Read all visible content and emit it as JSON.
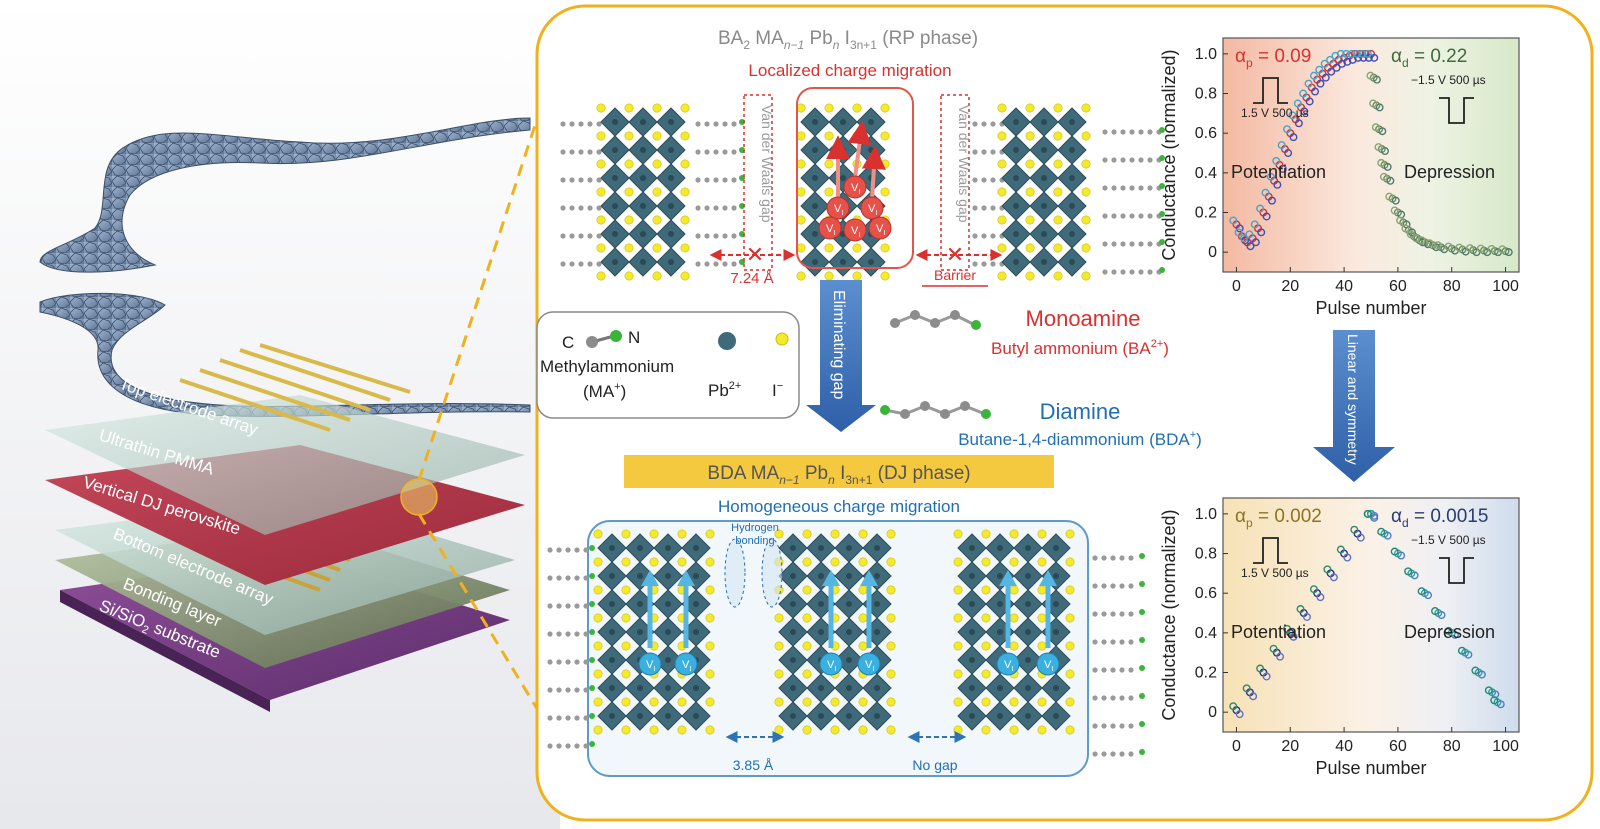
{
  "device": {
    "layers": [
      "Top electrode array",
      "Ultrathin PMMA",
      "Vertical DJ perovskite",
      "Bottom electrode array",
      "Bonding layer",
      "Si/SiO",
      "2",
      " substrate"
    ]
  },
  "rp_panel": {
    "formula": [
      "BA",
      "2",
      " MA",
      "n−1",
      " Pb",
      "n",
      " I",
      "3n+1",
      " (RP phase)"
    ],
    "subtitle": "Localized charge migration",
    "vdw_gap_label": "Van der Waals gap",
    "distance": "7.24 Å",
    "barrier": "Barrier",
    "vacancy": "V",
    "vacancy_sub": "I"
  },
  "legend": {
    "c": "C",
    "n": "N",
    "ma_name": "Methylammonium",
    "ma_abbrev": "(MA",
    "ma_charge": "+",
    "ma_close": ")",
    "pb": "Pb",
    "pb_charge": "2+",
    "i": "I",
    "i_charge": "−"
  },
  "arrows": {
    "eliminating_gap": "Eliminating gap",
    "linear_symmetry": "Linear and symmetry"
  },
  "monoamine": {
    "title": "Monoamine",
    "name": "Butyl ammonium (BA",
    "charge": "2+",
    "close": ")"
  },
  "diamine": {
    "title": "Diamine",
    "name": "Butane-1,4-diammonium (BDA",
    "charge": "+",
    "close": ")"
  },
  "dj_panel": {
    "formula": [
      "BDA MA",
      "n−1",
      " Pb",
      "n",
      " I",
      "3n+1",
      " (DJ phase)"
    ],
    "subtitle": "Homogeneous charge migration",
    "hydrogen": "Hydrogen",
    "bonding": "bonding",
    "distance": "3.85 Å",
    "no_gap": "No gap"
  },
  "colors": {
    "gold_border": "#f0b11e",
    "red": "#d8312f",
    "blue": "#1f6fb2",
    "octahedron": "#3f6a7a",
    "iodide": "#f4ea2a",
    "green_atom": "#3cb43c"
  },
  "chart_data": [
    {
      "type": "scatter",
      "xlabel": "Pulse number",
      "ylabel": "Conductance (normalized)",
      "xlim": [
        -5,
        105
      ],
      "ylim": [
        -0.1,
        1.08
      ],
      "xticks": [
        0,
        20,
        40,
        60,
        80,
        100
      ],
      "yticks": [
        0,
        0.2,
        0.4,
        0.6,
        0.8,
        1.0
      ],
      "alpha_p_label": "α",
      "alpha_p_sub": "p",
      "alpha_p_value": " = 0.09",
      "alpha_d_label": "α",
      "alpha_d_sub": "d",
      "alpha_d_value": " = 0.22",
      "pulse_p": "1.5 V 500 µs",
      "pulse_d": "−1.5 V 500 µs",
      "phase_p": "Potentiation",
      "phase_d": "Depression",
      "potentiation_points": [
        [
          0,
          0.14
        ],
        [
          2,
          0.08
        ],
        [
          4,
          0.05
        ],
        [
          6,
          0.07
        ],
        [
          8,
          0.12
        ],
        [
          10,
          0.2
        ],
        [
          12,
          0.28
        ],
        [
          14,
          0.36
        ],
        [
          16,
          0.44
        ],
        [
          18,
          0.52
        ],
        [
          20,
          0.6
        ],
        [
          22,
          0.67
        ],
        [
          24,
          0.73
        ],
        [
          26,
          0.78
        ],
        [
          28,
          0.83
        ],
        [
          30,
          0.87
        ],
        [
          32,
          0.9
        ],
        [
          34,
          0.93
        ],
        [
          36,
          0.95
        ],
        [
          38,
          0.97
        ],
        [
          40,
          0.98
        ],
        [
          42,
          0.99
        ],
        [
          44,
          1.0
        ],
        [
          46,
          1.0
        ],
        [
          48,
          1.0
        ],
        [
          50,
          1.0
        ]
      ],
      "depression_points": [
        [
          51,
          0.88
        ],
        [
          52,
          0.74
        ],
        [
          53,
          0.62
        ],
        [
          54,
          0.52
        ],
        [
          55,
          0.44
        ],
        [
          56,
          0.37
        ],
        [
          58,
          0.27
        ],
        [
          60,
          0.2
        ],
        [
          62,
          0.15
        ],
        [
          64,
          0.11
        ],
        [
          66,
          0.08
        ],
        [
          68,
          0.06
        ],
        [
          70,
          0.05
        ],
        [
          73,
          0.035
        ],
        [
          76,
          0.025
        ],
        [
          80,
          0.018
        ],
        [
          84,
          0.013
        ],
        [
          88,
          0.01
        ],
        [
          92,
          0.008
        ],
        [
          96,
          0.006
        ],
        [
          100,
          0.005
        ]
      ]
    },
    {
      "type": "scatter",
      "xlabel": "Pulse number",
      "ylabel": "Conductance (normalized)",
      "xlim": [
        -5,
        105
      ],
      "ylim": [
        -0.1,
        1.08
      ],
      "xticks": [
        0,
        20,
        40,
        60,
        80,
        100
      ],
      "yticks": [
        0,
        0.2,
        0.4,
        0.6,
        0.8,
        1.0
      ],
      "alpha_p_label": "α",
      "alpha_p_sub": "p",
      "alpha_p_value": " = 0.002",
      "alpha_d_label": "α",
      "alpha_d_sub": "d",
      "alpha_d_value": " = 0.0015",
      "pulse_p": "1.5 V 500 µs",
      "pulse_d": "−1.5 V 500 µs",
      "phase_p": "Potentiation",
      "phase_d": "Depression",
      "potentiation_points": [
        [
          0,
          0.01
        ],
        [
          5,
          0.1
        ],
        [
          10,
          0.2
        ],
        [
          15,
          0.3
        ],
        [
          20,
          0.4
        ],
        [
          25,
          0.5
        ],
        [
          30,
          0.6
        ],
        [
          35,
          0.7
        ],
        [
          40,
          0.8
        ],
        [
          45,
          0.9
        ],
        [
          50,
          1.0
        ]
      ],
      "depression_points": [
        [
          50,
          1.0
        ],
        [
          55,
          0.9
        ],
        [
          60,
          0.8
        ],
        [
          65,
          0.7
        ],
        [
          70,
          0.6
        ],
        [
          75,
          0.5
        ],
        [
          80,
          0.4
        ],
        [
          85,
          0.3
        ],
        [
          90,
          0.2
        ],
        [
          95,
          0.1
        ],
        [
          97,
          0.05
        ]
      ]
    }
  ]
}
